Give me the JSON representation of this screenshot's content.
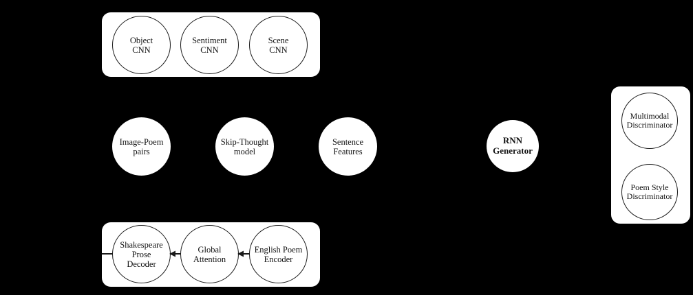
{
  "diagram": {
    "background_color": "#000000",
    "panel_color": "#ffffff",
    "stroke_color": "#1a1a1a",
    "groups": {
      "visual_features": {
        "nodes": [
          {
            "label": "Object\nCNN"
          },
          {
            "label": "Sentiment\nCNN"
          },
          {
            "label": "Scene\nCNN"
          }
        ]
      },
      "poem_pipeline": {
        "nodes": [
          {
            "label": "Image-Poem\npairs"
          },
          {
            "label": "Skip-Thought\nmodel"
          },
          {
            "label": "Sentence\nFeatures"
          }
        ]
      },
      "generator": {
        "nodes": [
          {
            "label": "RNN\nGenerator"
          }
        ]
      },
      "discriminators": {
        "nodes": [
          {
            "label": "Multimodal\nDiscriminator"
          },
          {
            "label": "Poem Style\nDiscriminator"
          }
        ]
      },
      "style_transfer": {
        "nodes": [
          {
            "label": "Shakespeare\nProse\nDecoder"
          },
          {
            "label": "Global\nAttention"
          },
          {
            "label": "English Poem\nEncoder"
          }
        ],
        "arrows": [
          {
            "name": "attention-to-decoder",
            "direction": "left"
          },
          {
            "name": "encoder-to-attention",
            "direction": "left"
          }
        ]
      }
    }
  }
}
